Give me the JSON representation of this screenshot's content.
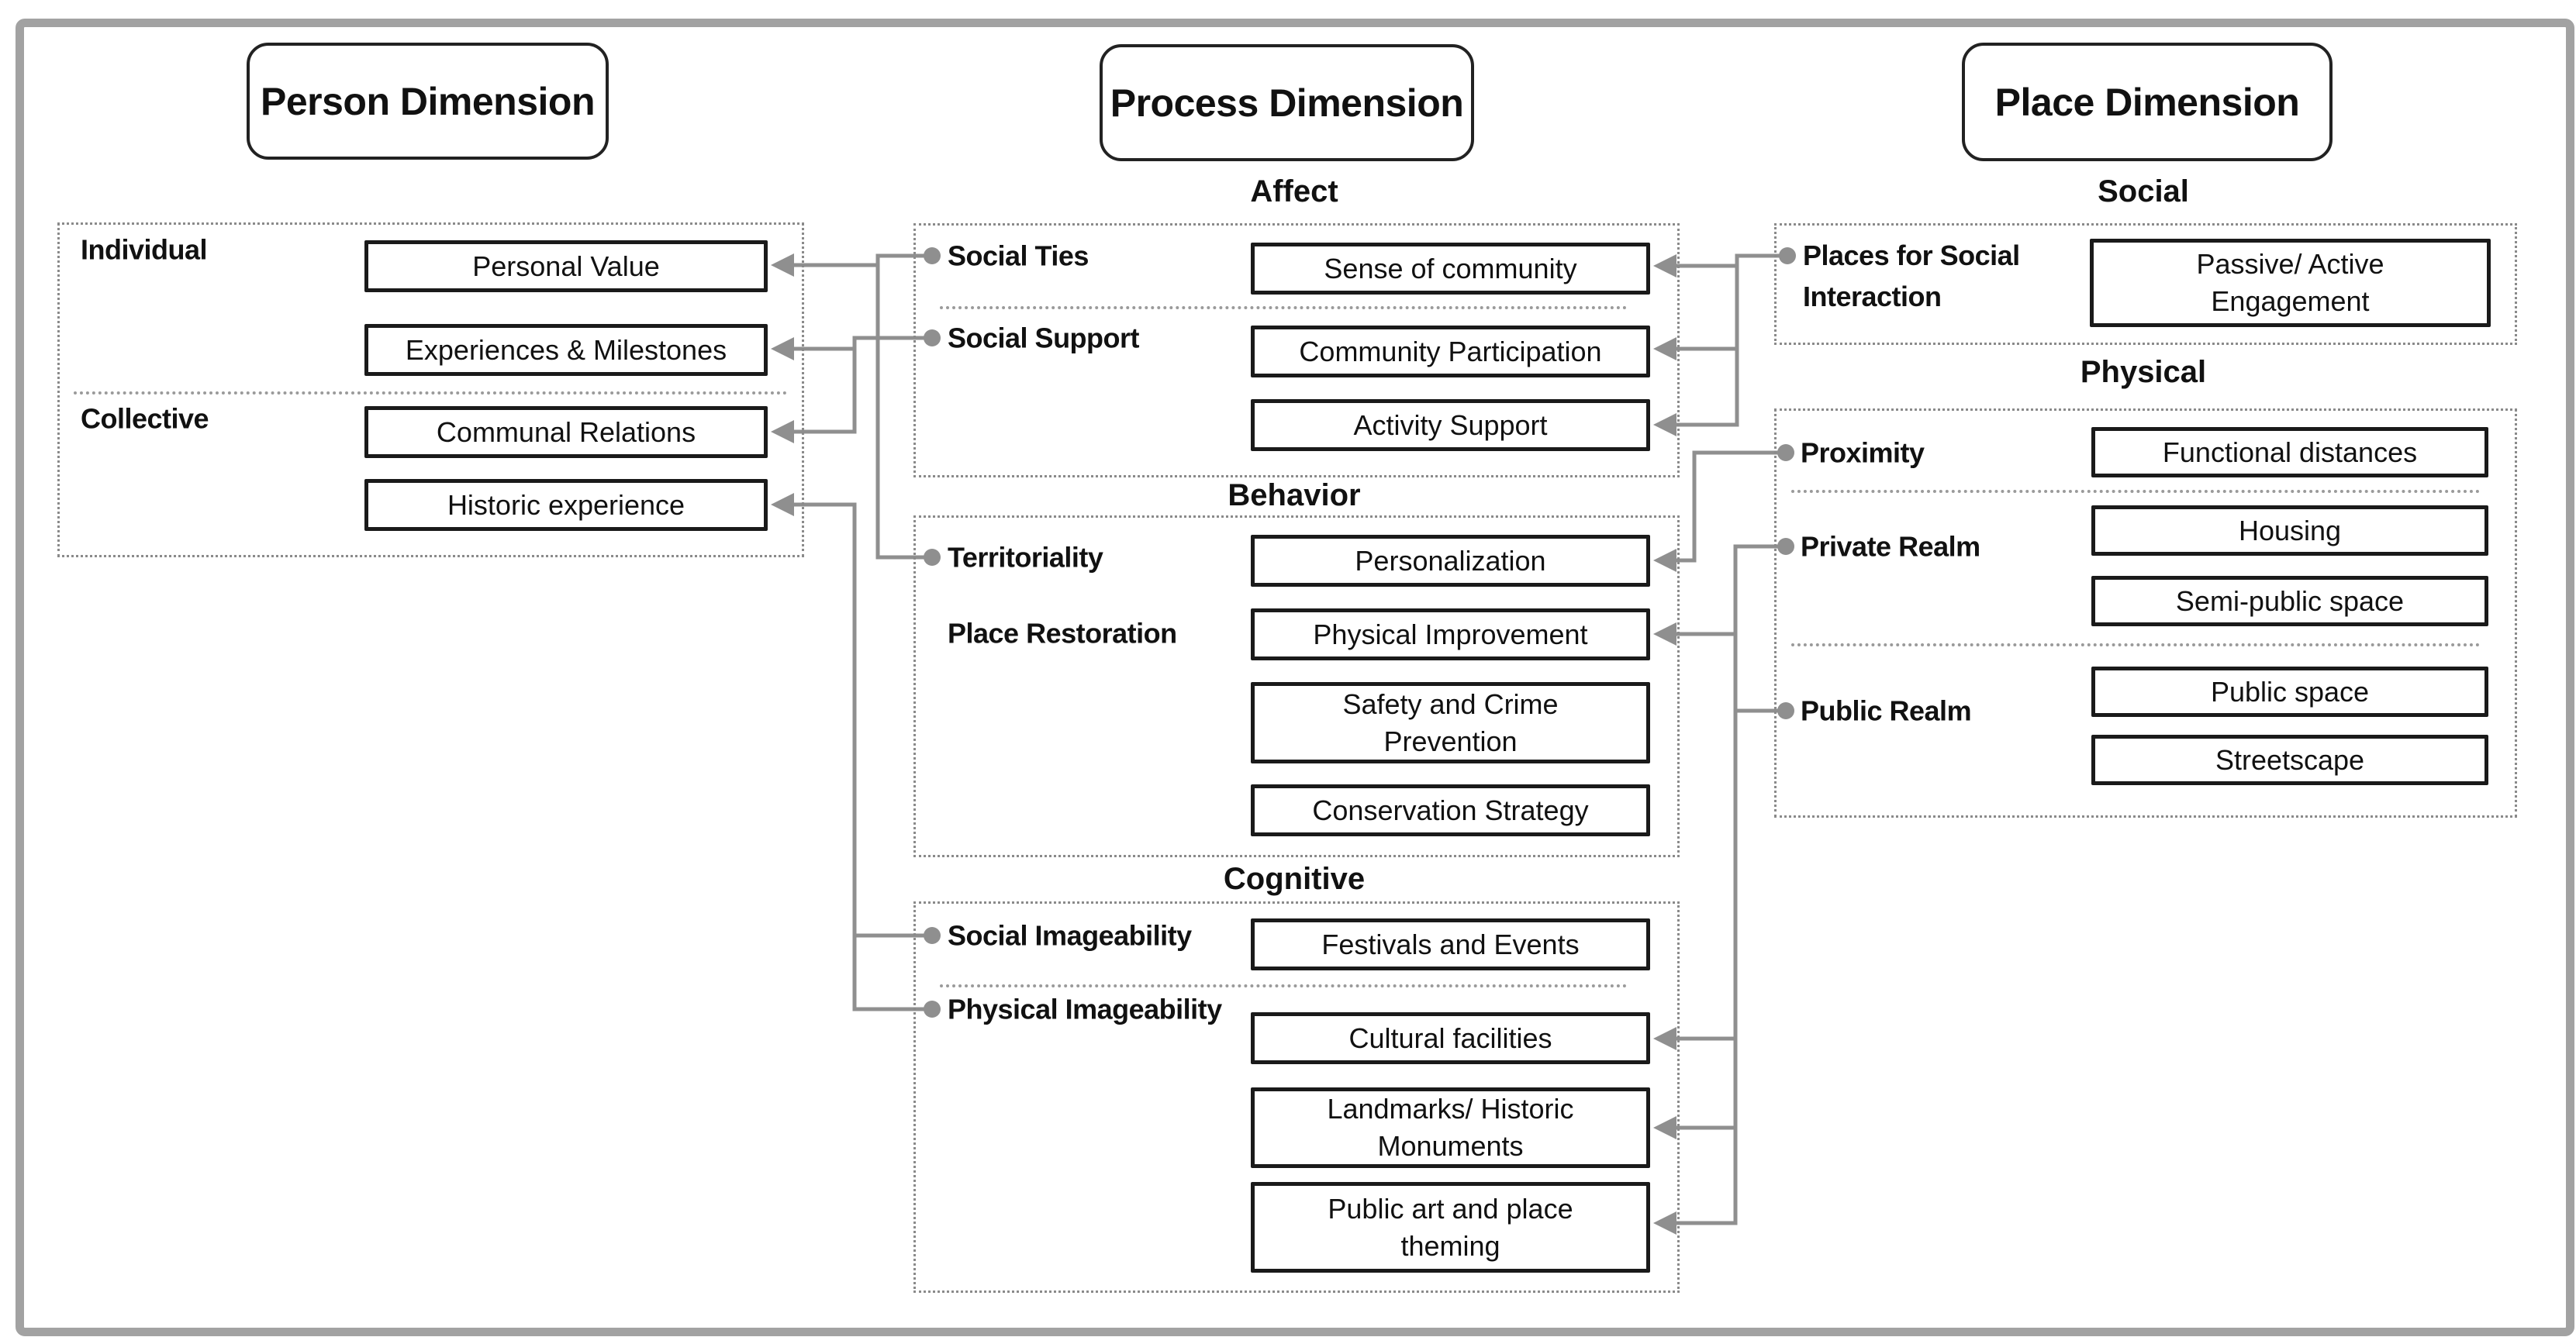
{
  "headers": {
    "person": "Person Dimension",
    "process": "Process Dimension",
    "place": "Place Dimension"
  },
  "person": {
    "groups": [
      {
        "label": "Individual"
      },
      {
        "label": "Collective"
      }
    ],
    "boxes": [
      {
        "label": "Personal Value"
      },
      {
        "label": "Experiences & Milestones"
      },
      {
        "label": "Communal Relations"
      },
      {
        "label": "Historic experience"
      }
    ]
  },
  "process": {
    "sections": [
      {
        "title": "Affect",
        "labels": [
          {
            "text": "Social Ties",
            "bullet": true
          },
          {
            "text": "Social Support",
            "bullet": true
          }
        ],
        "boxes": [
          {
            "label": "Sense of community"
          },
          {
            "label": "Community Participation"
          },
          {
            "label": "Activity Support"
          }
        ]
      },
      {
        "title": "Behavior",
        "labels": [
          {
            "text": "Territoriality",
            "bullet": true
          },
          {
            "text": "Place Restoration",
            "bullet": false
          }
        ],
        "boxes": [
          {
            "label": "Personalization"
          },
          {
            "label": "Physical Improvement"
          },
          {
            "label": "Safety and Crime\nPrevention"
          },
          {
            "label": "Conservation Strategy"
          }
        ]
      },
      {
        "title": "Cognitive",
        "labels": [
          {
            "text": "Social Imageability",
            "bullet": true
          },
          {
            "text": "Physical Imageability",
            "bullet": true
          }
        ],
        "boxes": [
          {
            "label": "Festivals and Events"
          },
          {
            "label": "Cultural facilities"
          },
          {
            "label": "Landmarks/ Historic\nMonuments"
          },
          {
            "label": "Public art and place\ntheming"
          }
        ]
      }
    ]
  },
  "place": {
    "sections": [
      {
        "title": "Social",
        "labels": [
          {
            "text": "Places for Social\nInteraction",
            "bullet": true
          }
        ],
        "boxes": [
          {
            "label": "Passive/ Active\nEngagement"
          }
        ]
      },
      {
        "title": "Physical",
        "labels": [
          {
            "text": "Proximity",
            "bullet": true
          },
          {
            "text": "Private Realm",
            "bullet": true
          },
          {
            "text": "Public Realm",
            "bullet": true
          }
        ],
        "boxes": [
          {
            "label": "Functional distances"
          },
          {
            "label": "Housing"
          },
          {
            "label": "Semi-public space"
          },
          {
            "label": "Public space"
          },
          {
            "label": "Streetscape"
          }
        ]
      }
    ]
  },
  "colors": {
    "connector_gray": "#8f8f8f",
    "box_border_black": "#1a1a1a",
    "frame_gray": "#a2a2a2",
    "dotted_gray": "#8a8a8a",
    "text": "#111111"
  }
}
